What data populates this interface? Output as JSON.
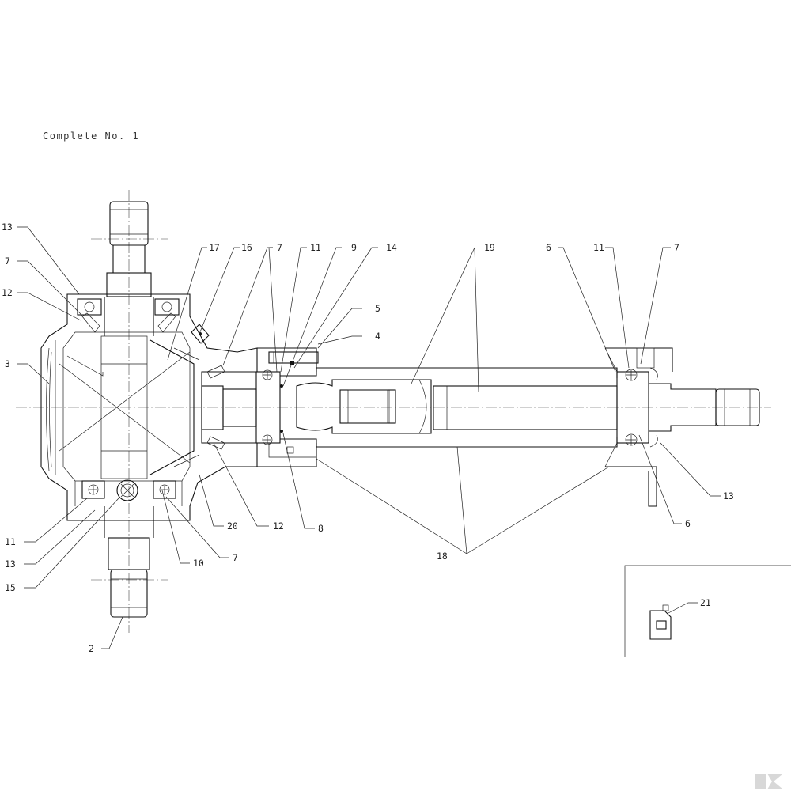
{
  "title": "Complete No. 1",
  "labels": {
    "p2": "2",
    "p3": "3",
    "p4": "4",
    "p5": "5",
    "p6a": "6",
    "p6b": "6",
    "p7a": "7",
    "p7b": "7",
    "p7c": "7",
    "p7d": "7",
    "p8": "8",
    "p9": "9",
    "p10": "10",
    "p11a": "11",
    "p11b": "11",
    "p11c": "11",
    "p12a": "12",
    "p12b": "12",
    "p13a": "13",
    "p13b": "13",
    "p13c": "13",
    "p14": "14",
    "p15": "15",
    "p16": "16",
    "p17": "17",
    "p18": "18",
    "p19": "19",
    "p20": "20",
    "p21": "21"
  },
  "icons": {
    "oil_can": "oil-can-icon",
    "logo": "brand-logo-icon"
  }
}
